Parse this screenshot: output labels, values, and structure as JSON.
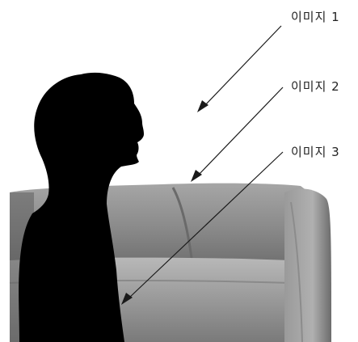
{
  "labels": [
    {
      "text": "이미지 1"
    },
    {
      "text": "이미지 2"
    },
    {
      "text": "이미지 3"
    }
  ],
  "layers": {
    "background": "white wall",
    "middle": "grey sofa",
    "foreground": "person silhouette"
  },
  "colors": {
    "background": "#ffffff",
    "sofa_shadow": "#5a5a5a",
    "sofa_mid": "#8a8a8a",
    "sofa_light": "#b4b4b4",
    "silhouette": "#000000",
    "leader_line": "#1a1a1a"
  }
}
